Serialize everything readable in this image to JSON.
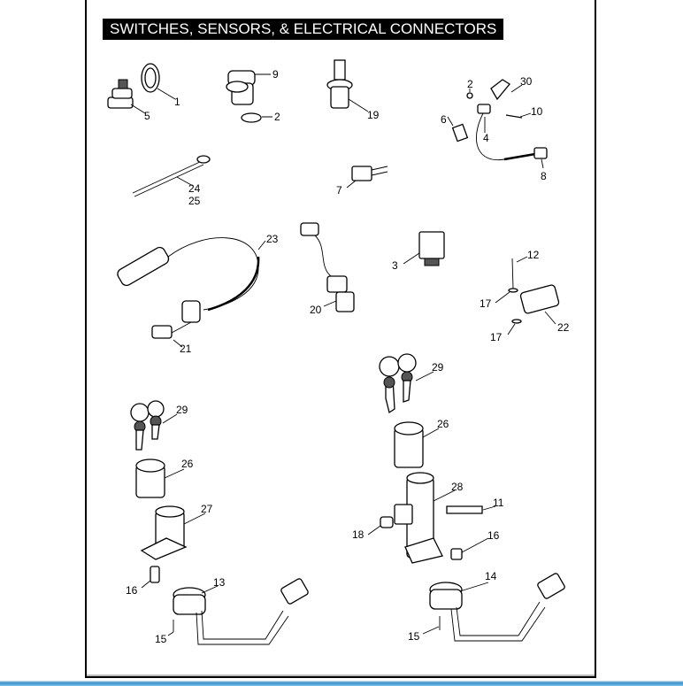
{
  "title": "SWITCHES, SENSORS, & ELECTRICAL CONNECTORS",
  "callouts": [
    "1",
    "5",
    "9",
    "2",
    "19",
    "2",
    "30",
    "4",
    "6",
    "10",
    "8",
    "7",
    "24",
    "25",
    "23",
    "3",
    "12",
    "17",
    "22",
    "17",
    "20",
    "21",
    "29",
    "29",
    "26",
    "26",
    "27",
    "28",
    "11",
    "18",
    "16",
    "16",
    "13",
    "14",
    "15",
    "15"
  ]
}
